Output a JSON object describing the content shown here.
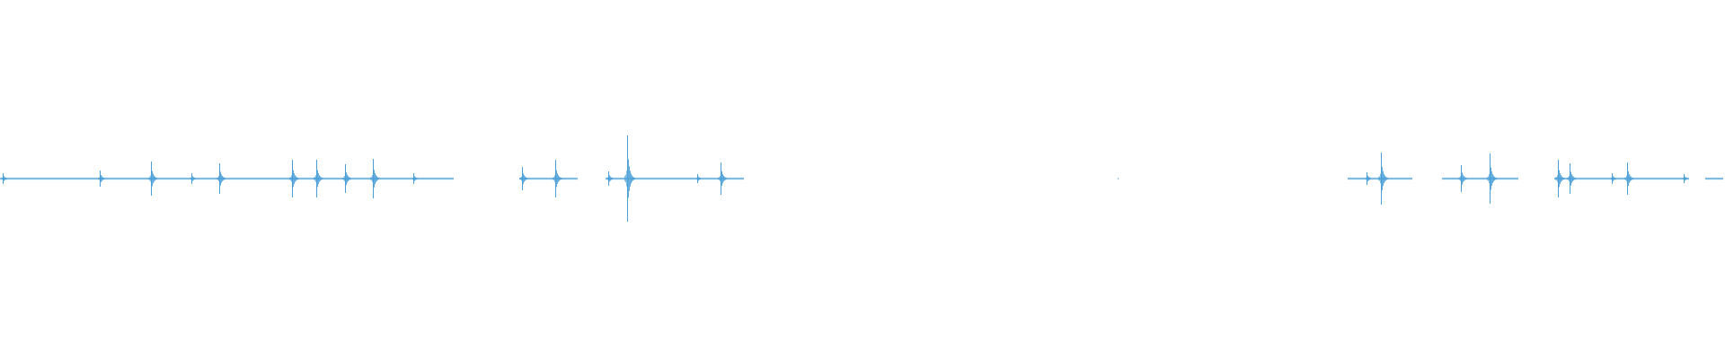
{
  "waveform": {
    "color": "#4a9fd8",
    "background": "#ffffff",
    "duration_units": 1920,
    "amplitude_range": [
      -1,
      1
    ],
    "segments": [
      [
        0,
        505
      ],
      [
        578,
        643
      ],
      [
        674,
        828
      ],
      [
        1500,
        1572
      ],
      [
        1605,
        1690
      ],
      [
        1730,
        1880
      ],
      [
        1898,
        1918
      ]
    ],
    "dots": [
      1244,
      1899,
      1913
    ],
    "peaks": [
      {
        "t": 3,
        "a": 0.06
      },
      {
        "t": 111,
        "a": 0.09
      },
      {
        "t": 168,
        "a": 0.19
      },
      {
        "t": 213,
        "a": 0.06
      },
      {
        "t": 244,
        "a": 0.17
      },
      {
        "t": 325,
        "a": 0.21
      },
      {
        "t": 352,
        "a": 0.21
      },
      {
        "t": 384,
        "a": 0.16
      },
      {
        "t": 415,
        "a": 0.22
      },
      {
        "t": 460,
        "a": 0.06
      },
      {
        "t": 581,
        "a": 0.13
      },
      {
        "t": 618,
        "a": 0.21
      },
      {
        "t": 677,
        "a": 0.08
      },
      {
        "t": 698,
        "a": 0.48
      },
      {
        "t": 776,
        "a": 0.05
      },
      {
        "t": 802,
        "a": 0.18
      },
      {
        "t": 1521,
        "a": 0.07
      },
      {
        "t": 1537,
        "a": 0.29
      },
      {
        "t": 1626,
        "a": 0.15
      },
      {
        "t": 1658,
        "a": 0.28
      },
      {
        "t": 1734,
        "a": 0.21
      },
      {
        "t": 1747,
        "a": 0.17
      },
      {
        "t": 1794,
        "a": 0.06
      },
      {
        "t": 1811,
        "a": 0.18
      },
      {
        "t": 1874,
        "a": 0.05
      }
    ]
  }
}
